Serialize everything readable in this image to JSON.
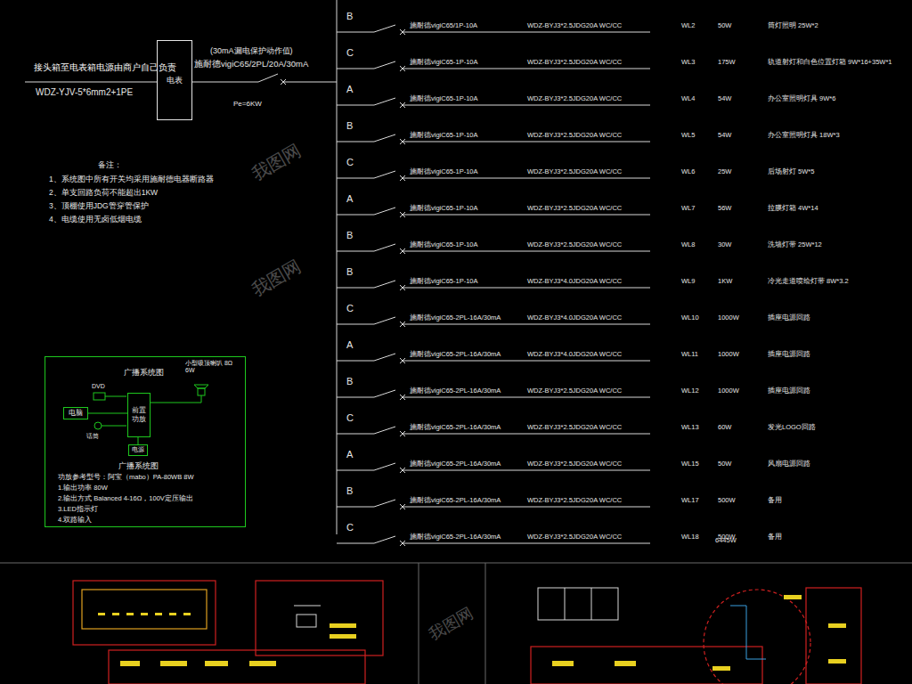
{
  "diagram": {
    "nodes": [
      {
        "text": [
          "电表"
        ]
      },
      {
        "text": [
          "广播系统图",
          "广播系统图",
          "功放参考型号：阿宝（mabo）PA-80WB 8W",
          "1.输出功率 80W",
          "2.输出方式 Balanced 4-16Ω，100V定压输出",
          "3.LED指示灯",
          "4.双路输入"
        ]
      },
      {
        "text": [
          "电脑"
        ],
        "in": 1
      },
      {
        "text": [
          "前置功放"
        ],
        "in": 1
      },
      {
        "text": [
          "电源"
        ],
        "in": 1
      }
    ],
    "edges": [
      {
        "from": 2,
        "to": 3,
        "arrow": "none"
      },
      {
        "from": 4,
        "to": 3,
        "arrow": "none"
      }
    ],
    "labels": [
      "接头箱至电表箱电源由商户自己负责",
      "WDZ-YJV-5*6mm2+1PE",
      "(30mA漏电保护动作值)",
      "施耐德vigiC65/2PL/20A/30mA",
      "Pe=6KW",
      "备注：",
      "1、系统图中所有开关均采用施耐德电器断路器",
      "2、单支回路负荷不能超出1KW",
      "3、顶棚使用JDG管穿管保护",
      "4、电缆使用无卤低烟电缆",
      "B",
      "施耐德vigiC65/1P-10A",
      "WDZ-BYJ3*2.5JDG20A WC/CC",
      "WL2",
      "50W",
      "筒灯照明 25W*2",
      "C",
      "施耐德vigiC65-1P-10A",
      "WDZ-BYJ3*2.5JDG20A WC/CC",
      "WL3",
      "175W",
      "轨道射灯和白色位置灯箱 9W*16+35W*1",
      "A",
      "施耐德vigiC65-1P-10A",
      "WDZ-BYJ3*2.5JDG20A WC/CC",
      "WL4",
      "54W",
      "办公室照明灯具 9W*6",
      "B",
      "施耐德vigiC65-1P-10A",
      "WDZ-BYJ3*2.5JDG20A WC/CC",
      "WL5",
      "54W",
      "办公室照明灯具 18W*3",
      "C",
      "施耐德vigiC65-1P-10A",
      "WDZ-BYJ3*2.5JDG20A WC/CC",
      "WL6",
      "25W",
      "后场射灯 5W*5",
      "A",
      "施耐德vigiC65-1P-10A",
      "WDZ-BYJ3*2.5JDG20A WC/CC",
      "WL7",
      "56W",
      "拉膜灯箱 4W*14",
      "B",
      "施耐德vigiC65-1P-10A",
      "WDZ-BYJ3*2.5JDG20A WC/CC",
      "WL8",
      "30W",
      "洗墙灯带 25W*12",
      "B",
      "施耐德vigiC65-1P-10A",
      "WDZ-BYJ3*4.0JDG20A WC/CC",
      "WL9",
      "1KW",
      "冷光走道喷绘灯带 8W*3.2",
      "C",
      "施耐德vigiC65-2PL-16A/30mA",
      "WDZ-BYJ3*4.0JDG20A WC/CC",
      "WL10",
      "1000W",
      "插座电源回路",
      "A",
      "施耐德vigiC65-2PL-16A/30mA",
      "WDZ-BYJ3*4.0JDG20A WC/CC",
      "WL11",
      "1000W",
      "插座电源回路",
      "B",
      "施耐德vigiC65-2PL-16A/30mA",
      "WDZ-BYJ3*2.5JDG20A WC/CC",
      "WL12",
      "1000W",
      "插座电源回路",
      "C",
      "施耐德vigiC65-2PL-16A/30mA",
      "WDZ-BYJ3*2.5JDG20A WC/CC",
      "WL13",
      "60W",
      "发光LOGO回路",
      "A",
      "施耐德vigiC65-2PL-16A/30mA",
      "WDZ-BYJ3*2.5JDG20A WC/CC",
      "WL15",
      "50W",
      "风扇电源回路",
      "B",
      "施耐德vigiC65-2PL-16A/30mA",
      "WDZ-BYJ3*2.5JDG20A WC/CC",
      "WL17",
      "500W",
      "备用",
      "C",
      "施耐德vigiC65-2PL-16A/30mA",
      "WDZ-BYJ3*2.5JDG20A WC/CC",
      "WL18",
      "500W",
      "备用",
      "6445W",
      "DVD",
      "话筒",
      "小型吸顶喇叭 8Ω 6W",
      "我图网",
      "我图网",
      "我图网"
    ]
  }
}
